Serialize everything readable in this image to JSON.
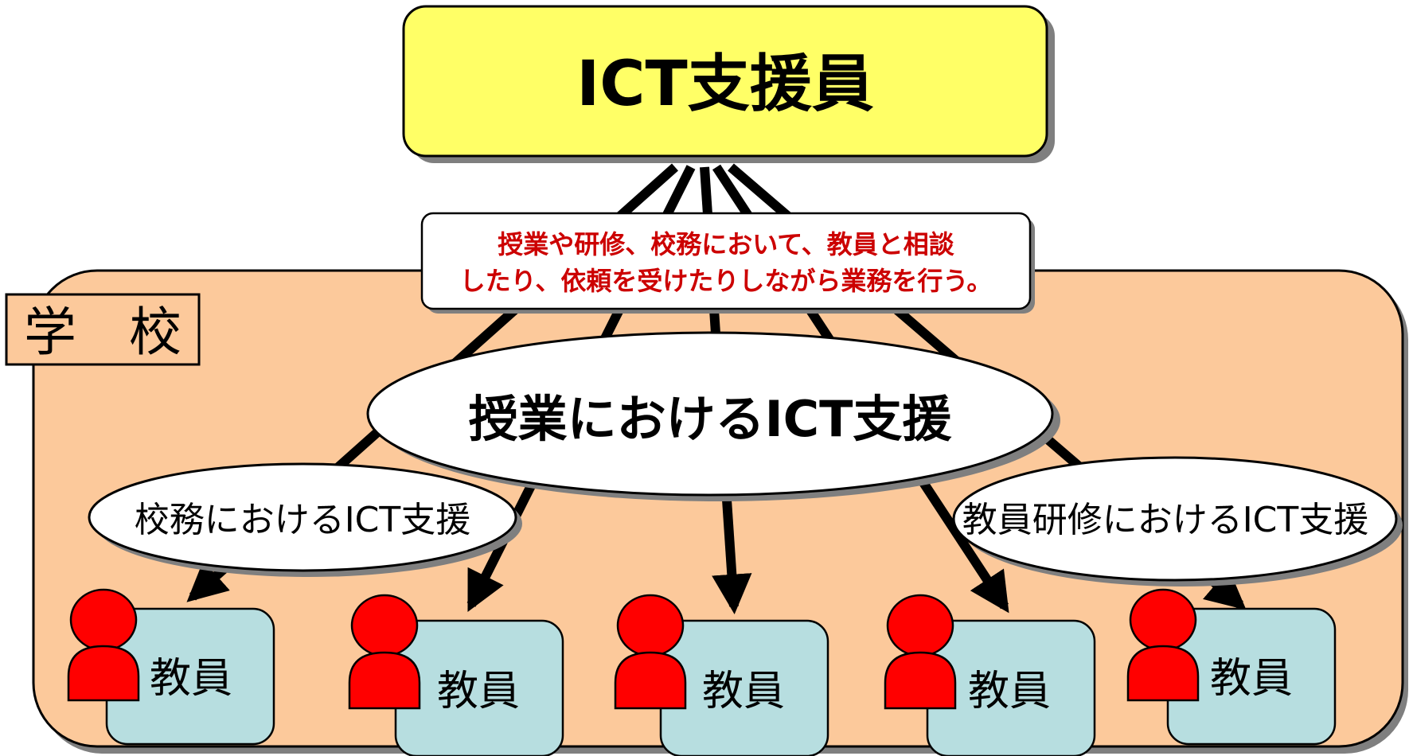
{
  "top_box": {
    "label": "ICT支援員",
    "fill": "#ffff66"
  },
  "note_box": {
    "line1": "授業や研修、校務において、教員と相談",
    "line2": "したり、依頼を受けたりしながら業務を行う。",
    "text_color": "#cc0000"
  },
  "school_area": {
    "label": "学　校",
    "fill": "#fcc99b"
  },
  "support_ellipses": {
    "lessons": "授業におけるICT支援",
    "school_affairs": "校務におけるICT支援",
    "training": "教員研修におけるICT支援"
  },
  "teachers": [
    {
      "label": "教員"
    },
    {
      "label": "教員"
    },
    {
      "label": "教員"
    },
    {
      "label": "教員"
    },
    {
      "label": "教員"
    }
  ],
  "colors": {
    "teacher_box": "#b7dee0",
    "person_icon": "#ff0000",
    "arrow": "#000000",
    "shadow": "#7f7f7f"
  }
}
